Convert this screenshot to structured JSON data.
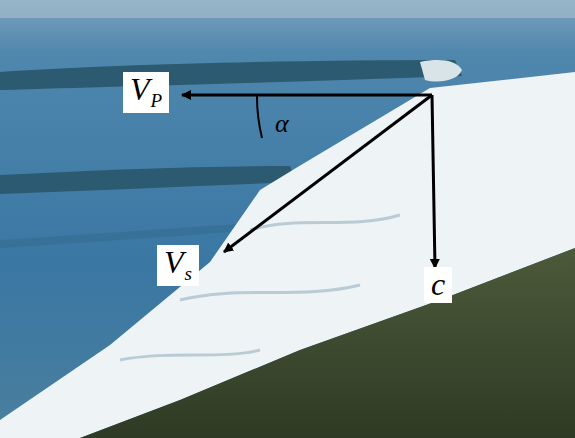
{
  "diagram": {
    "nodes": [
      {
        "text": [
          "V",
          "P"
        ]
      },
      {
        "text": [
          "V",
          "s"
        ]
      },
      {
        "text": [
          "c"
        ]
      }
    ],
    "labels": [
      "α"
    ]
  }
}
